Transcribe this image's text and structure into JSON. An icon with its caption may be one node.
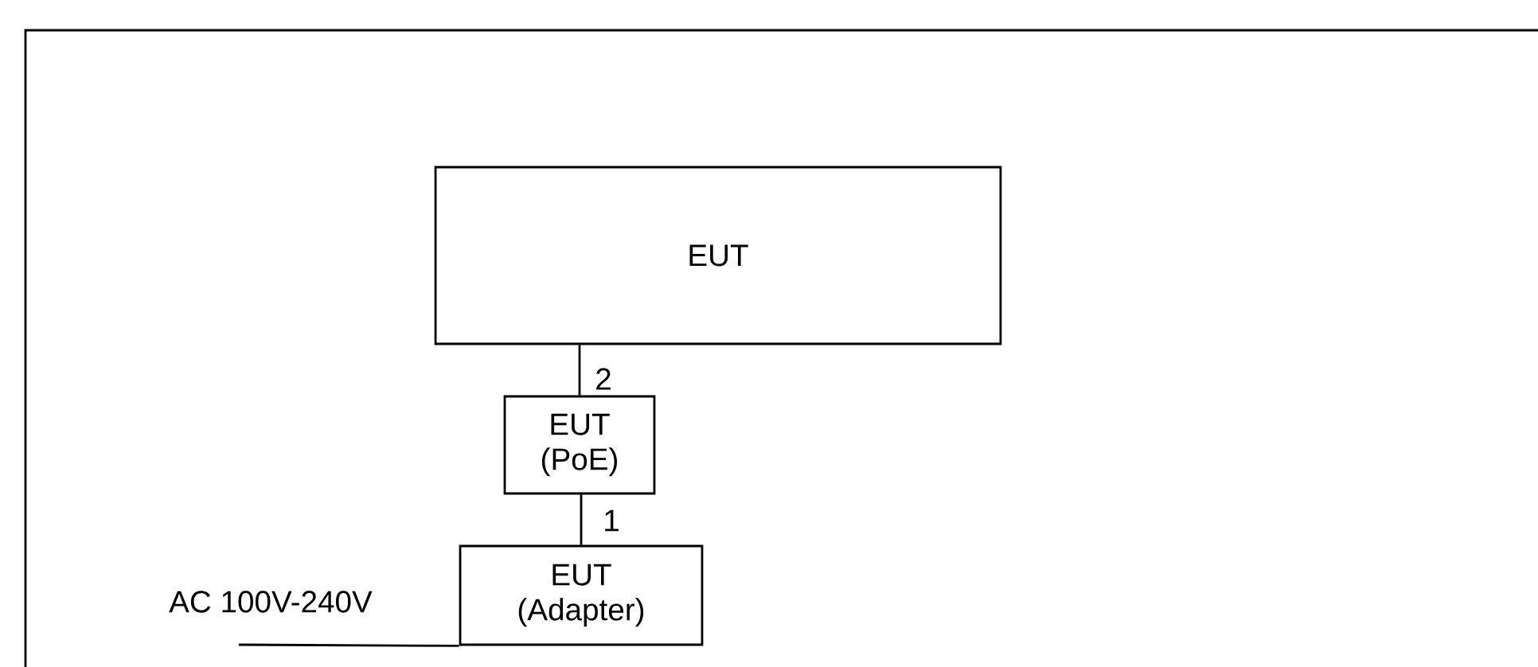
{
  "diagram": {
    "nodes": [
      {
        "text": [
          "EUT"
        ]
      },
      {
        "text": [
          "EUT (PoE)"
        ]
      },
      {
        "text": [
          "EUT (Adapter)"
        ]
      }
    ],
    "edges": [
      {
        "from": 0,
        "to": 1,
        "arrow": "none",
        "label": "2"
      },
      {
        "from": 1,
        "to": 2,
        "arrow": "none",
        "label": "1"
      },
      {
        "from": null,
        "to": 2,
        "arrow": "none",
        "label": "AC 100V-240V"
      }
    ]
  }
}
